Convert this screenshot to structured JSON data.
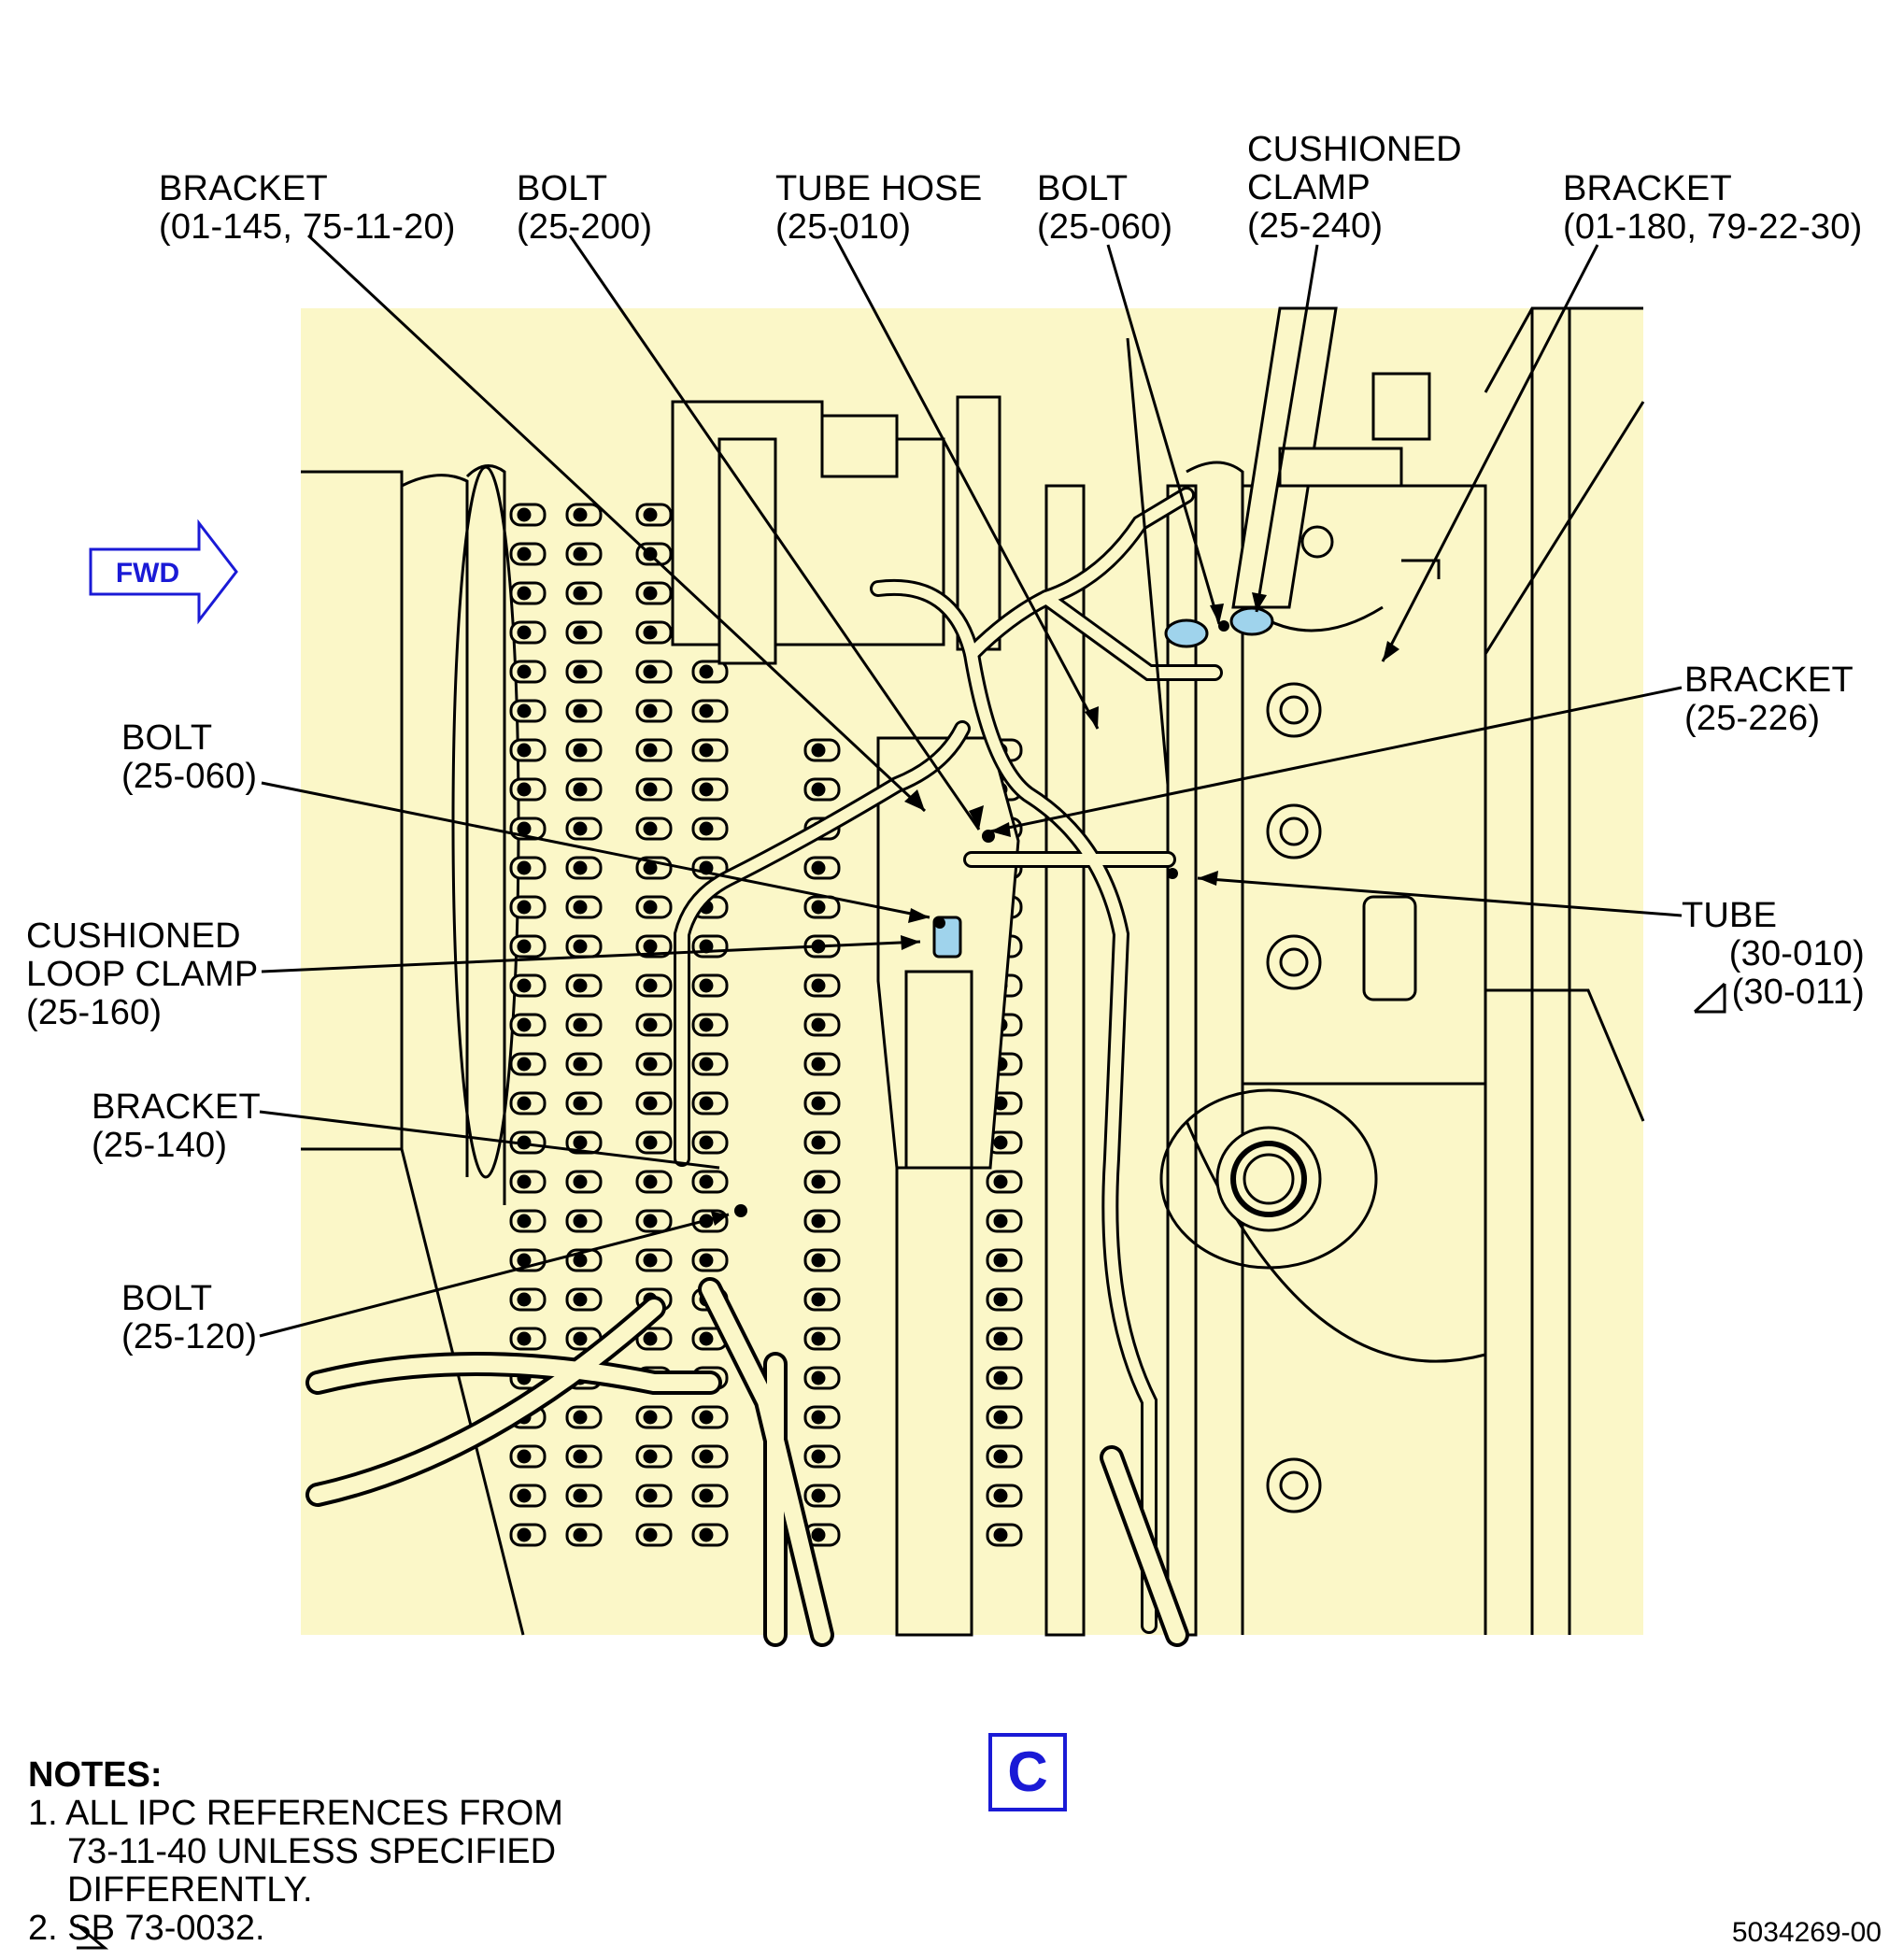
{
  "callouts": {
    "bracket_top_left": {
      "name": "BRACKET",
      "ref": "(01-145, 75-11-20)"
    },
    "bolt_25_200": {
      "name": "BOLT",
      "ref": "(25-200)"
    },
    "tube_hose": {
      "name": "TUBE HOSE",
      "ref": "(25-010)"
    },
    "bolt_25_060_top": {
      "name": "BOLT",
      "ref": "(25-060)"
    },
    "cushioned_clamp": {
      "line1": "CUSHIONED",
      "line2": "CLAMP",
      "ref": "(25-240)"
    },
    "bracket_top_right": {
      "name": "BRACKET",
      "ref": "(01-180, 79-22-30)"
    },
    "bracket_25_226": {
      "name": "BRACKET",
      "ref": "(25-226)"
    },
    "bolt_25_060_left": {
      "name": "BOLT",
      "ref": "(25-060)"
    },
    "tube": {
      "name": "TUBE",
      "ref1": "(30-010)",
      "ref2": "(30-011)"
    },
    "cushioned_loop_clamp": {
      "line1": "CUSHIONED",
      "line2": "LOOP CLAMP",
      "ref": "(25-160)"
    },
    "bracket_25_140": {
      "name": "BRACKET",
      "ref": "(25-140)"
    },
    "bolt_25_120": {
      "name": "BOLT",
      "ref": "(25-120)"
    }
  },
  "fwd_label": "FWD",
  "view_label": "C",
  "notes": {
    "heading": "NOTES:",
    "note1_line1": "1. ALL IPC REFERENCES FROM",
    "note1_line2": "73-11-40 UNLESS SPECIFIED",
    "note1_line3": "DIFFERENTLY.",
    "note2": "2.  SB 73-0032."
  },
  "doc_id": "5034269-00",
  "colors": {
    "drawing_fill": "#fbf7c8",
    "accent_blue": "#1a1ad6",
    "clamp_blue": "#9fd3ec"
  }
}
